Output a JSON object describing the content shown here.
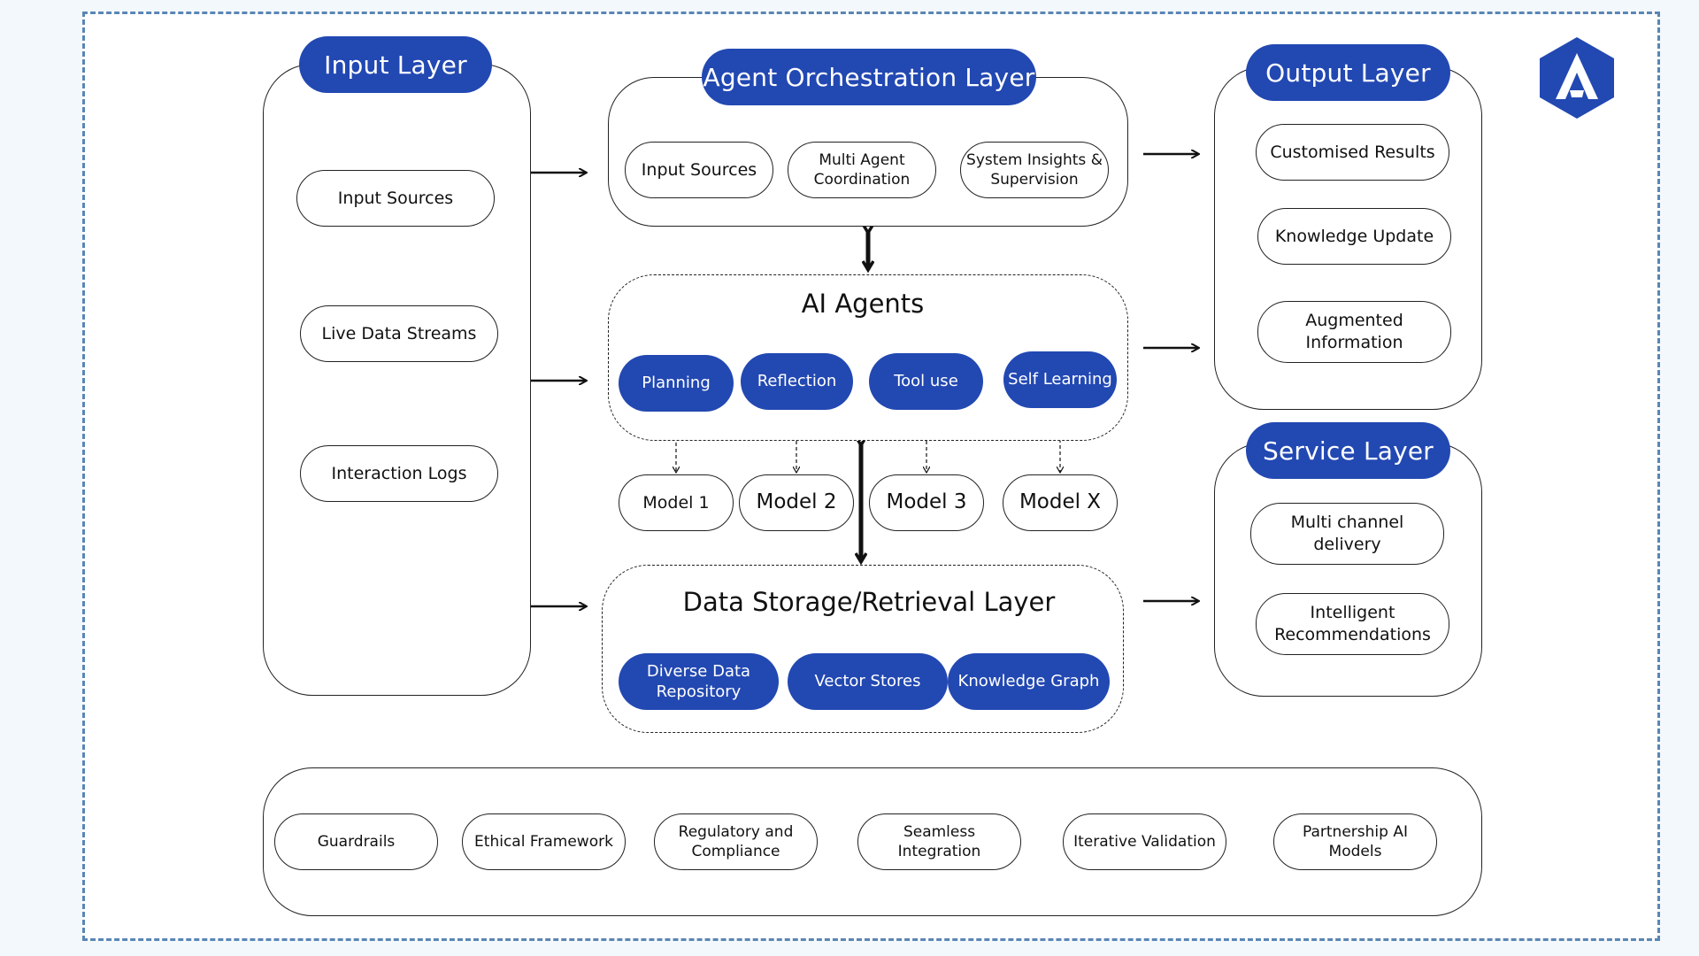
{
  "input_layer": {
    "title": "Input Layer",
    "items": [
      "Input Sources",
      "Live Data Streams",
      "Interaction Logs"
    ]
  },
  "orchestration_layer": {
    "title": "Agent Orchestration Layer",
    "items": [
      "Input Sources",
      "Multi Agent\nCoordination",
      "System Insights &\nSupervision"
    ]
  },
  "ai_agents": {
    "title": "AI Agents",
    "capabilities": [
      "Planning",
      "Reflection",
      "Tool use",
      "Self Learning"
    ],
    "models": [
      "Model 1",
      "Model 2",
      "Model 3",
      "Model X"
    ]
  },
  "data_storage": {
    "title": "Data Storage/Retrieval Layer",
    "items": [
      "Diverse Data\nRepository",
      "Vector Stores",
      "Knowledge Graph"
    ]
  },
  "output_layer": {
    "title": "Output Layer",
    "items": [
      "Customised Results",
      "Knowledge Update",
      "Augmented\nInformation"
    ]
  },
  "service_layer": {
    "title": "Service Layer",
    "items": [
      "Multi channel\ndelivery",
      "Intelligent\nRecommendations"
    ]
  },
  "foundation": {
    "items": [
      "Guardrails",
      "Ethical Framework",
      "Regulatory and\nCompliance",
      "Seamless\nIntegration",
      "Iterative Validation",
      "Partnership AI\nModels"
    ]
  },
  "colors": {
    "accent": "#2248b2",
    "frame": "#5a86b4",
    "background": "#f3f8fc"
  },
  "logo": {
    "icon": "brand-logo-a-icon"
  }
}
